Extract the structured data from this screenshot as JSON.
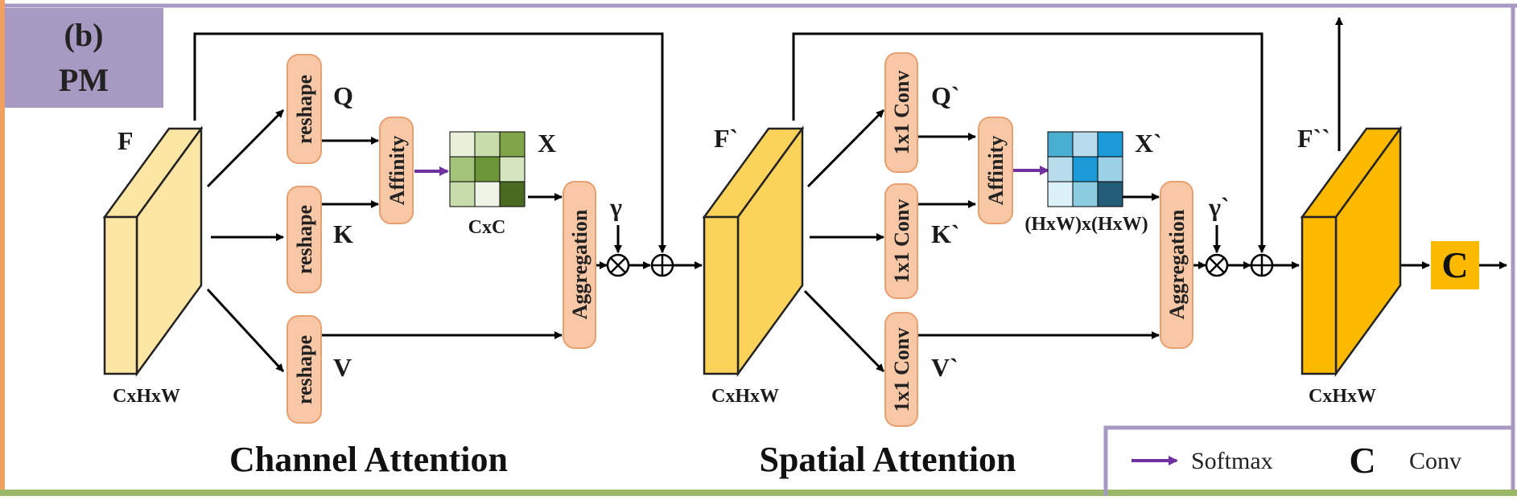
{
  "panel": {
    "badge_line1": "(b)",
    "badge_line2": "PM"
  },
  "tensors": {
    "F": {
      "name": "F",
      "dims": "CxHxW"
    },
    "F1": {
      "name": "F`",
      "dims": "CxHxW"
    },
    "F2": {
      "name": "F``",
      "dims": "CxHxW"
    }
  },
  "channel_attention": {
    "title": "Channel Attention",
    "reshape_q": "reshape",
    "reshape_k": "reshape",
    "reshape_v": "reshape",
    "q_label": "Q",
    "k_label": "K",
    "v_label": "V",
    "affinity": "Affinity",
    "matrix_label": "X",
    "matrix_dims": "CxC",
    "aggregation": "Aggregation",
    "gamma": "γ"
  },
  "spatial_attention": {
    "title": "Spatial Attention",
    "conv_q": "1x1 Conv",
    "conv_k": "1x1 Conv",
    "conv_v": "1x1 Conv",
    "q_label": "Q`",
    "k_label": "K`",
    "v_label": "V`",
    "affinity": "Affinity",
    "matrix_label": "X`",
    "matrix_dims": "(HxW)x(HxW)",
    "aggregation": "Aggregation",
    "gamma": "γ`"
  },
  "output_conv": "C",
  "legend": {
    "softmax": "Softmax",
    "conv_symbol": "C",
    "conv": "Conv"
  },
  "colors": {
    "border_purple": "#a899c2",
    "border_orange": "#f0a060",
    "border_green": "#9ab866",
    "box_fill": "#f8c7a6",
    "box_stroke": "#e8a070",
    "softmax_arrow": "#7030a0",
    "tensor_F": "#fde5a3",
    "tensor_F1": "#fbd35a",
    "tensor_F2": "#fbba00",
    "conv_badge": "#fbba00",
    "matrix_green": [
      "#e8f0da",
      "#c6dcaa",
      "#7fa54a",
      "#a3c27a",
      "#6c9438",
      "#d4e5c0",
      "#c6dcaa",
      "#eef5e6",
      "#4a6a22"
    ],
    "matrix_blue": [
      "#4aaed0",
      "#b8dcec",
      "#1a9ad6",
      "#b8dcec",
      "#1a9ad6",
      "#9cd0e4",
      "#dcf0f8",
      "#8ccce0",
      "#235c78"
    ]
  }
}
